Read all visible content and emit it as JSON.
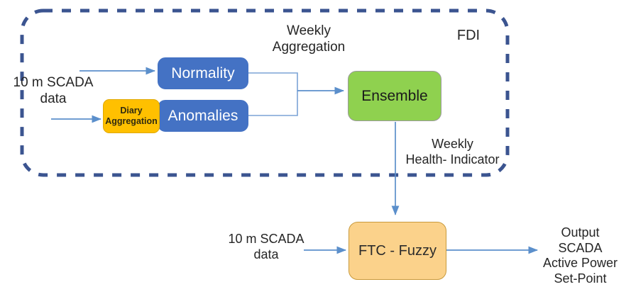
{
  "diagram": {
    "title_label": "FDI",
    "boundary": {
      "name": "fdi-boundary",
      "style": "dashed-rounded",
      "color": "#3B5490"
    },
    "colors": {
      "blue_box": "#4472C4",
      "orange_box": "#FFC000",
      "green_box": "#8FD14F",
      "amber_box": "#FBD28B",
      "connector": "#5B8FCB",
      "boundary_dash": "#3B5490",
      "text": "#262626"
    },
    "nodes": [
      {
        "id": "normality",
        "label": "Normality",
        "shape": "rounded-rect",
        "fill": "#4472C4"
      },
      {
        "id": "anomalies",
        "label": "Anomalies",
        "shape": "rounded-rect",
        "fill": "#4472C4"
      },
      {
        "id": "diary-aggregation",
        "label": "Diary\nAggregation",
        "shape": "rounded-rect",
        "fill": "#FFC000"
      },
      {
        "id": "ensemble",
        "label": "Ensemble",
        "shape": "rounded-rect",
        "fill": "#8FD14F"
      },
      {
        "id": "ftc-fuzzy",
        "label": "FTC - Fuzzy",
        "shape": "rounded-rect",
        "fill": "#FBD28B"
      }
    ],
    "labels": {
      "scada_input_top": "10 m SCADA\ndata",
      "scada_input_bottom": "10 m SCADA\ndata",
      "weekly_aggregation": "Weekly\nAggregation",
      "weekly_health_indicator": "Weekly\nHealth- Indicator",
      "output": "Output\nSCADA\nActive Power\nSet-Point"
    },
    "edges": [
      {
        "id": "scada-to-normality",
        "from": "10 m SCADA data",
        "to": "Normality",
        "arrow": true
      },
      {
        "id": "scada-to-diary",
        "from": "10 m SCADA data",
        "to": "Diary Aggregation",
        "arrow": true
      },
      {
        "id": "normality-to-ensemble",
        "from": "Normality",
        "to": "Ensemble",
        "label": "Weekly Aggregation",
        "arrow": true
      },
      {
        "id": "anomalies-to-ensemble",
        "from": "Anomalies",
        "to": "Ensemble",
        "label": "Weekly Aggregation",
        "arrow": true
      },
      {
        "id": "ensemble-to-ftc",
        "from": "Ensemble",
        "to": "FTC - Fuzzy",
        "label": "Weekly Health- Indicator",
        "arrow": true
      },
      {
        "id": "scada-to-ftc",
        "from": "10 m SCADA data",
        "to": "FTC - Fuzzy",
        "arrow": true
      },
      {
        "id": "ftc-to-output",
        "from": "FTC - Fuzzy",
        "to": "Output SCADA Active Power Set-Point",
        "arrow": true
      }
    ]
  }
}
